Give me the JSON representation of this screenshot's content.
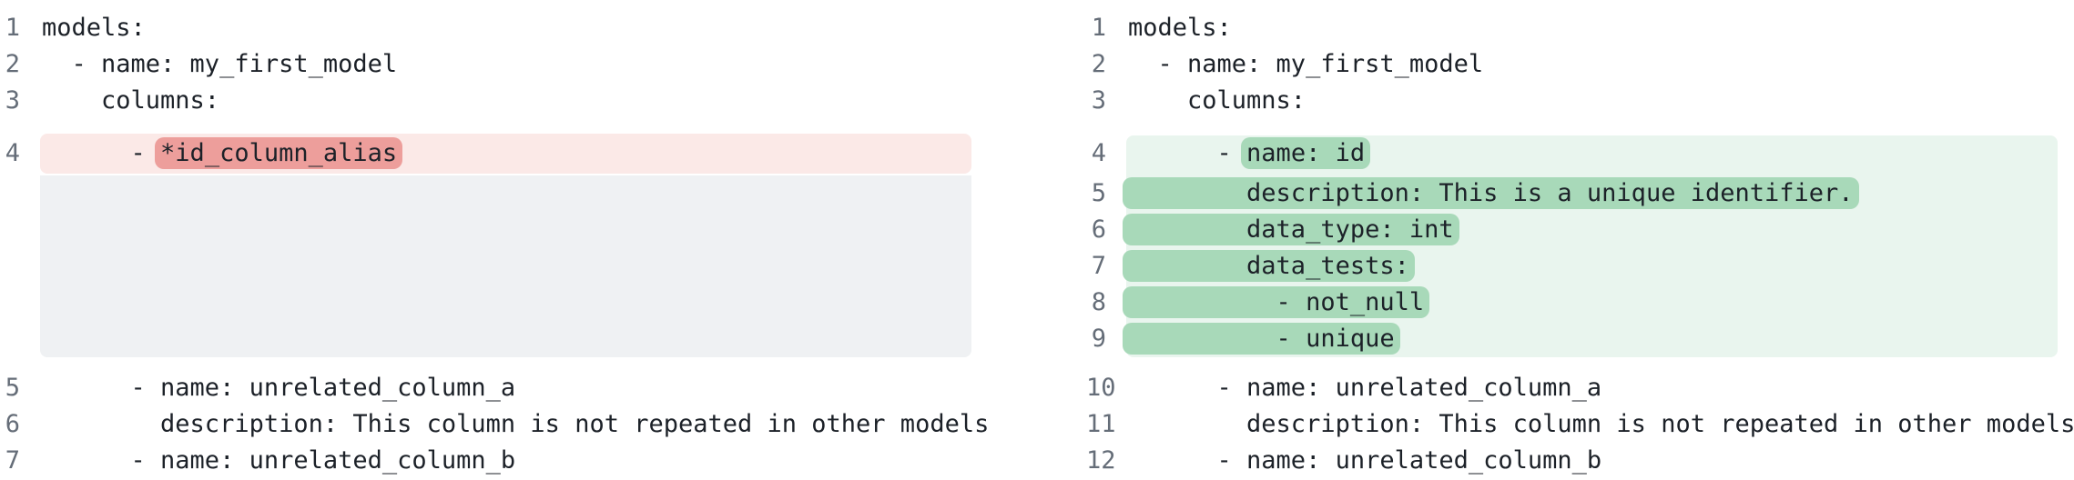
{
  "diff_viewer": {
    "kind": "side-by-side-code-diff",
    "language": "yaml",
    "colors": {
      "removed_line_bg": "#fbe9e7",
      "removed_word_bg": "#ed9e9b",
      "added_line_bg": "#e9f5ee",
      "added_word_bg": "#a8d9b9",
      "filler_bg": "#eff1f3",
      "line_number": "#656d78",
      "code_text": "#1c2128",
      "background": "#ffffff"
    },
    "left": {
      "name": "before",
      "lines": [
        {
          "num": "1",
          "type": "context",
          "text": "models:"
        },
        {
          "num": "2",
          "type": "context",
          "text": "  - name: my_first_model"
        },
        {
          "num": "3",
          "type": "context",
          "text": "    columns:"
        },
        {
          "num": "4",
          "type": "removed",
          "prefix": "      - ",
          "highlight": "*id_column_alias",
          "suffix": ""
        },
        {
          "type": "filler",
          "span_lines": 5
        },
        {
          "num": "5",
          "type": "context",
          "text": "      - name: unrelated_column_a"
        },
        {
          "num": "6",
          "type": "context",
          "text": "        description: This column is not repeated in other models"
        },
        {
          "num": "7",
          "type": "context",
          "text": "      - name: unrelated_column_b"
        }
      ]
    },
    "right": {
      "name": "after",
      "lines": [
        {
          "num": "1",
          "type": "context",
          "text": "models:"
        },
        {
          "num": "2",
          "type": "context",
          "text": "  - name: my_first_model"
        },
        {
          "num": "3",
          "type": "context",
          "text": "    columns:"
        },
        {
          "num": "4",
          "type": "added",
          "prefix": "      - ",
          "highlight": "name: id",
          "suffix": ""
        },
        {
          "num": "5",
          "type": "added",
          "prefix": "",
          "highlight": "        description: This is a unique identifier.",
          "suffix": ""
        },
        {
          "num": "6",
          "type": "added",
          "prefix": "",
          "highlight": "        data_type: int",
          "suffix": ""
        },
        {
          "num": "7",
          "type": "added",
          "prefix": "",
          "highlight": "        data_tests:",
          "suffix": ""
        },
        {
          "num": "8",
          "type": "added",
          "prefix": "",
          "highlight": "          - not_null",
          "suffix": ""
        },
        {
          "num": "9",
          "type": "added",
          "prefix": "",
          "highlight": "          - unique",
          "suffix": ""
        },
        {
          "num": "10",
          "type": "context",
          "text": "      - name: unrelated_column_a"
        },
        {
          "num": "11",
          "type": "context",
          "text": "        description: This column is not repeated in other models"
        },
        {
          "num": "12",
          "type": "context",
          "text": "      - name: unrelated_column_b"
        }
      ]
    }
  }
}
